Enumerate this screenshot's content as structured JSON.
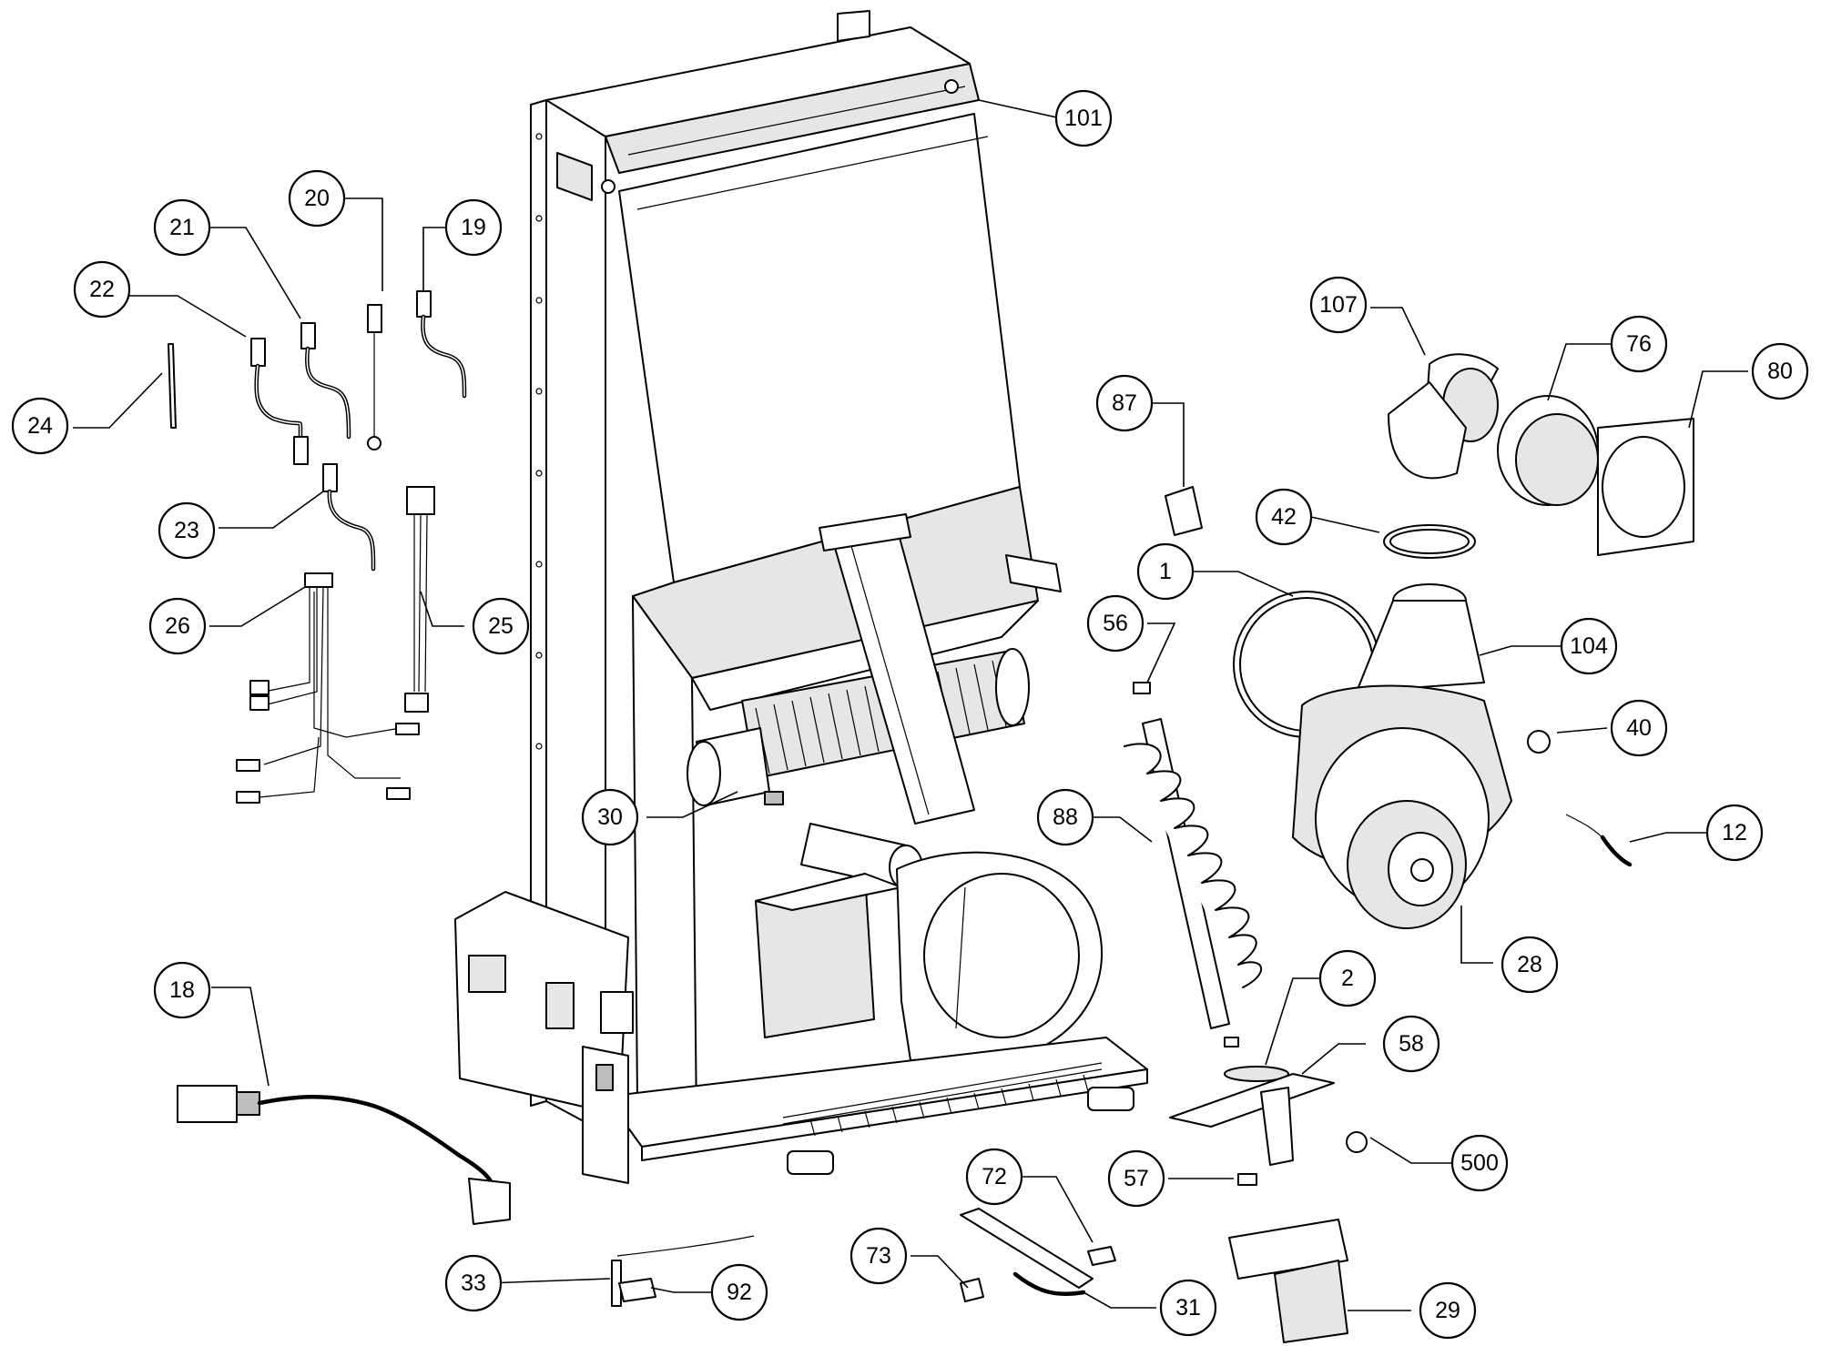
{
  "callouts": [
    {
      "id": "101",
      "label": "101"
    },
    {
      "id": "20",
      "label": "20"
    },
    {
      "id": "21",
      "label": "21"
    },
    {
      "id": "19",
      "label": "19"
    },
    {
      "id": "22",
      "label": "22"
    },
    {
      "id": "24",
      "label": "24"
    },
    {
      "id": "23",
      "label": "23"
    },
    {
      "id": "26",
      "label": "26"
    },
    {
      "id": "25",
      "label": "25"
    },
    {
      "id": "107",
      "label": "107"
    },
    {
      "id": "76",
      "label": "76"
    },
    {
      "id": "80",
      "label": "80"
    },
    {
      "id": "87",
      "label": "87"
    },
    {
      "id": "42",
      "label": "42"
    },
    {
      "id": "1",
      "label": "1"
    },
    {
      "id": "56",
      "label": "56"
    },
    {
      "id": "104",
      "label": "104"
    },
    {
      "id": "40",
      "label": "40"
    },
    {
      "id": "30",
      "label": "30"
    },
    {
      "id": "88",
      "label": "88"
    },
    {
      "id": "12",
      "label": "12"
    },
    {
      "id": "28",
      "label": "28"
    },
    {
      "id": "18",
      "label": "18"
    },
    {
      "id": "2",
      "label": "2"
    },
    {
      "id": "58",
      "label": "58"
    },
    {
      "id": "500",
      "label": "500"
    },
    {
      "id": "57",
      "label": "57"
    },
    {
      "id": "72",
      "label": "72"
    },
    {
      "id": "73",
      "label": "73"
    },
    {
      "id": "33",
      "label": "33"
    },
    {
      "id": "92",
      "label": "92"
    },
    {
      "id": "31",
      "label": "31"
    },
    {
      "id": "29",
      "label": "29"
    }
  ]
}
